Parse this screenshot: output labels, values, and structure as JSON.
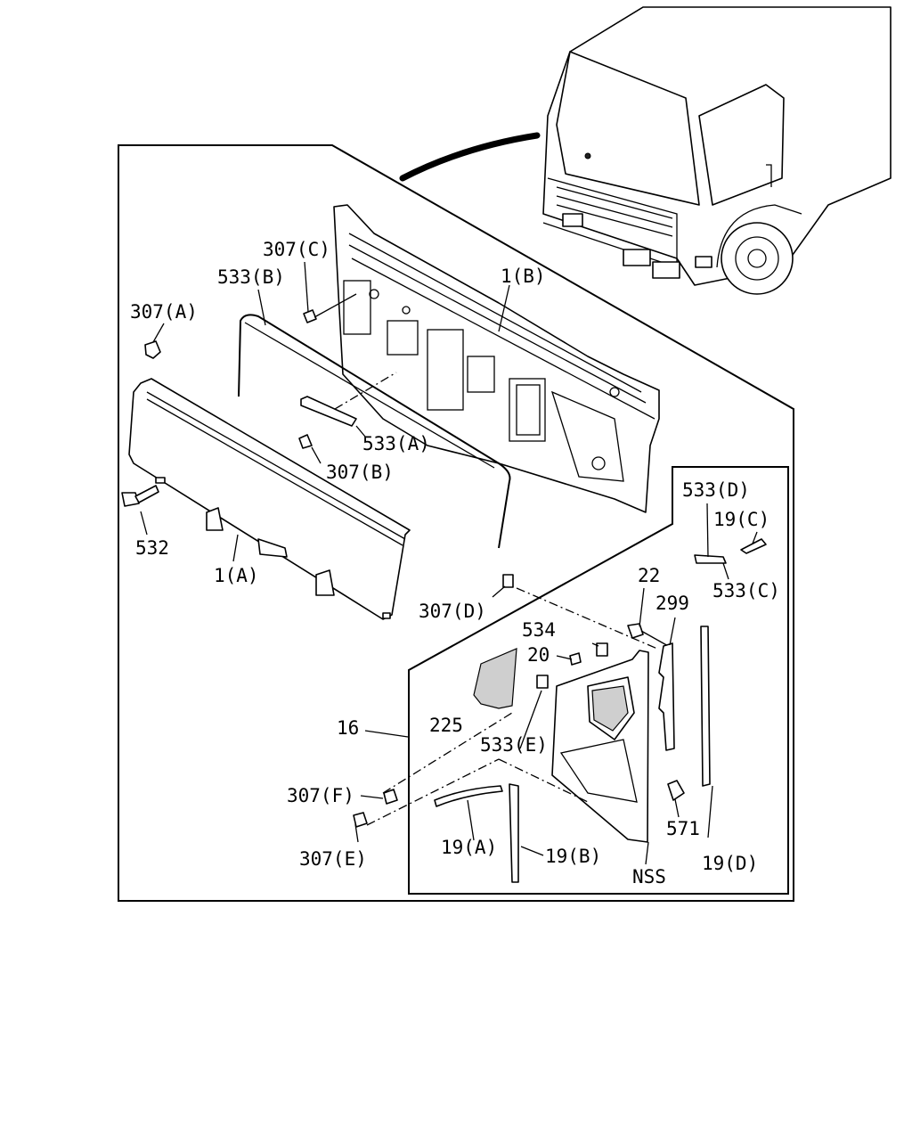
{
  "labels": {
    "l_307C": "307(C)",
    "l_533B": "533(B)",
    "l_1B": "1(B)",
    "l_307A": "307(A)",
    "l_533A": "533(A)",
    "l_307B": "307(B)",
    "l_532": "532",
    "l_1A": "1(A)",
    "l_307D": "307(D)",
    "l_533D": "533(D)",
    "l_19C": "19(C)",
    "l_533C": "533(C)",
    "l_22": "22",
    "l_299": "299",
    "l_534": "534",
    "l_20": "20",
    "l_225": "225",
    "l_16": "16",
    "l_533E": "533(E)",
    "l_307F": "307(F)",
    "l_307E": "307(E)",
    "l_19A": "19(A)",
    "l_19B": "19(B)",
    "l_571": "571",
    "l_19D": "19(D)",
    "l_NSS": "NSS"
  }
}
